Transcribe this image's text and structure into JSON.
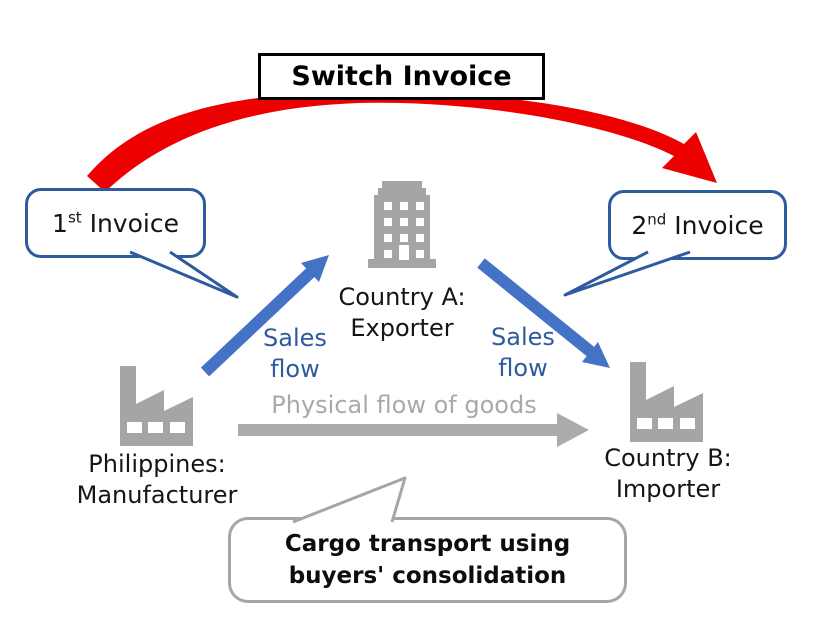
{
  "title": {
    "label": "Switch Invoice"
  },
  "callouts": {
    "first_invoice": {
      "number": "1",
      "ordinal": "st",
      "rest": " Invoice"
    },
    "second_invoice": {
      "number": "2",
      "ordinal": "nd",
      "rest": " Invoice"
    },
    "cargo": {
      "line1": "Cargo transport using",
      "line2": "buyers' consolidation"
    }
  },
  "nodes": {
    "exporter": {
      "line1": "Country A:",
      "line2": "Exporter",
      "icon": "office-building-icon"
    },
    "manufacturer": {
      "line1": "Philippines:",
      "line2": "Manufacturer",
      "icon": "factory-icon"
    },
    "importer": {
      "line1": "Country B:",
      "line2": "Importer",
      "icon": "factory-icon"
    }
  },
  "flows": {
    "sales_left": {
      "line1": "Sales",
      "line2": "flow"
    },
    "sales_right": {
      "line1": "Sales",
      "line2": "flow"
    },
    "physical": {
      "label": "Physical flow of goods"
    },
    "switch_invoice_arrow": {
      "icon": "curved-red-arrow-icon"
    }
  },
  "colors": {
    "arrow_red": "#ED0000",
    "arrow_blue": "#4472C4",
    "text_blue": "#2E5B9E",
    "bubble_border": "#2E5B9E",
    "callout_gray": "#A6A6A6",
    "flow_gray": "#ABABAB",
    "gray_text": "#ABA9A7",
    "icon_gray": "#A7A5A3"
  }
}
